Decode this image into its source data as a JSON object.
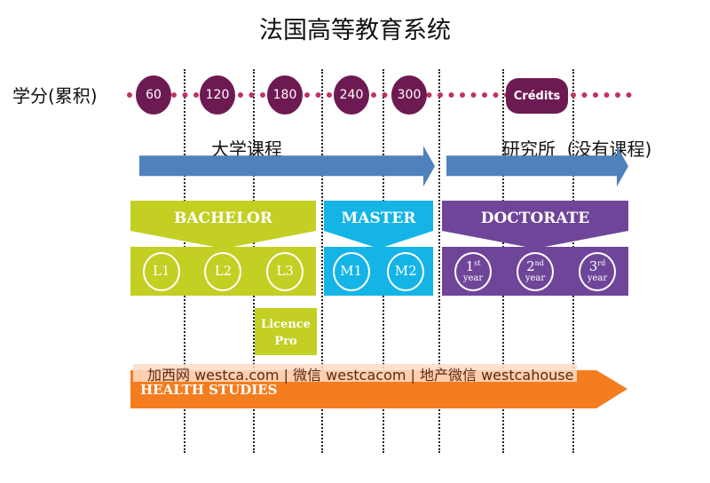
{
  "title": "法国高等教育系统",
  "credits_label": "学分(累积)",
  "credits": [
    "60",
    "120",
    "180",
    "240",
    "300"
  ],
  "credits_pill": "Crédits",
  "university_label": "大学课程",
  "research_label": "研究所  (没有课程)",
  "bachelor": {
    "title": "BACHELOR",
    "levels": [
      "L1",
      "L2",
      "L3"
    ]
  },
  "master": {
    "title": "MASTER",
    "levels": [
      "M1",
      "M2"
    ]
  },
  "doctorate": {
    "title": "DOCTORATE",
    "years": [
      {
        "n": "1",
        "sup": "st",
        "word": "year"
      },
      {
        "n": "2",
        "sup": "nd",
        "word": "year"
      },
      {
        "n": "3",
        "sup": "rd",
        "word": "year"
      }
    ]
  },
  "licence_pro": [
    "Licence",
    "Pro"
  ],
  "health": "HEALTH STUDIES",
  "watermark": "加西网 westca.com | 微信 westcacom | 地产微信 westcahouse",
  "colors": {
    "bachelor": "#c3cf22",
    "master": "#14b4e6",
    "doctorate": "#6f4599",
    "credit": "#6e1a52",
    "arrow": "#4f81bd",
    "health": "#f47d20"
  }
}
